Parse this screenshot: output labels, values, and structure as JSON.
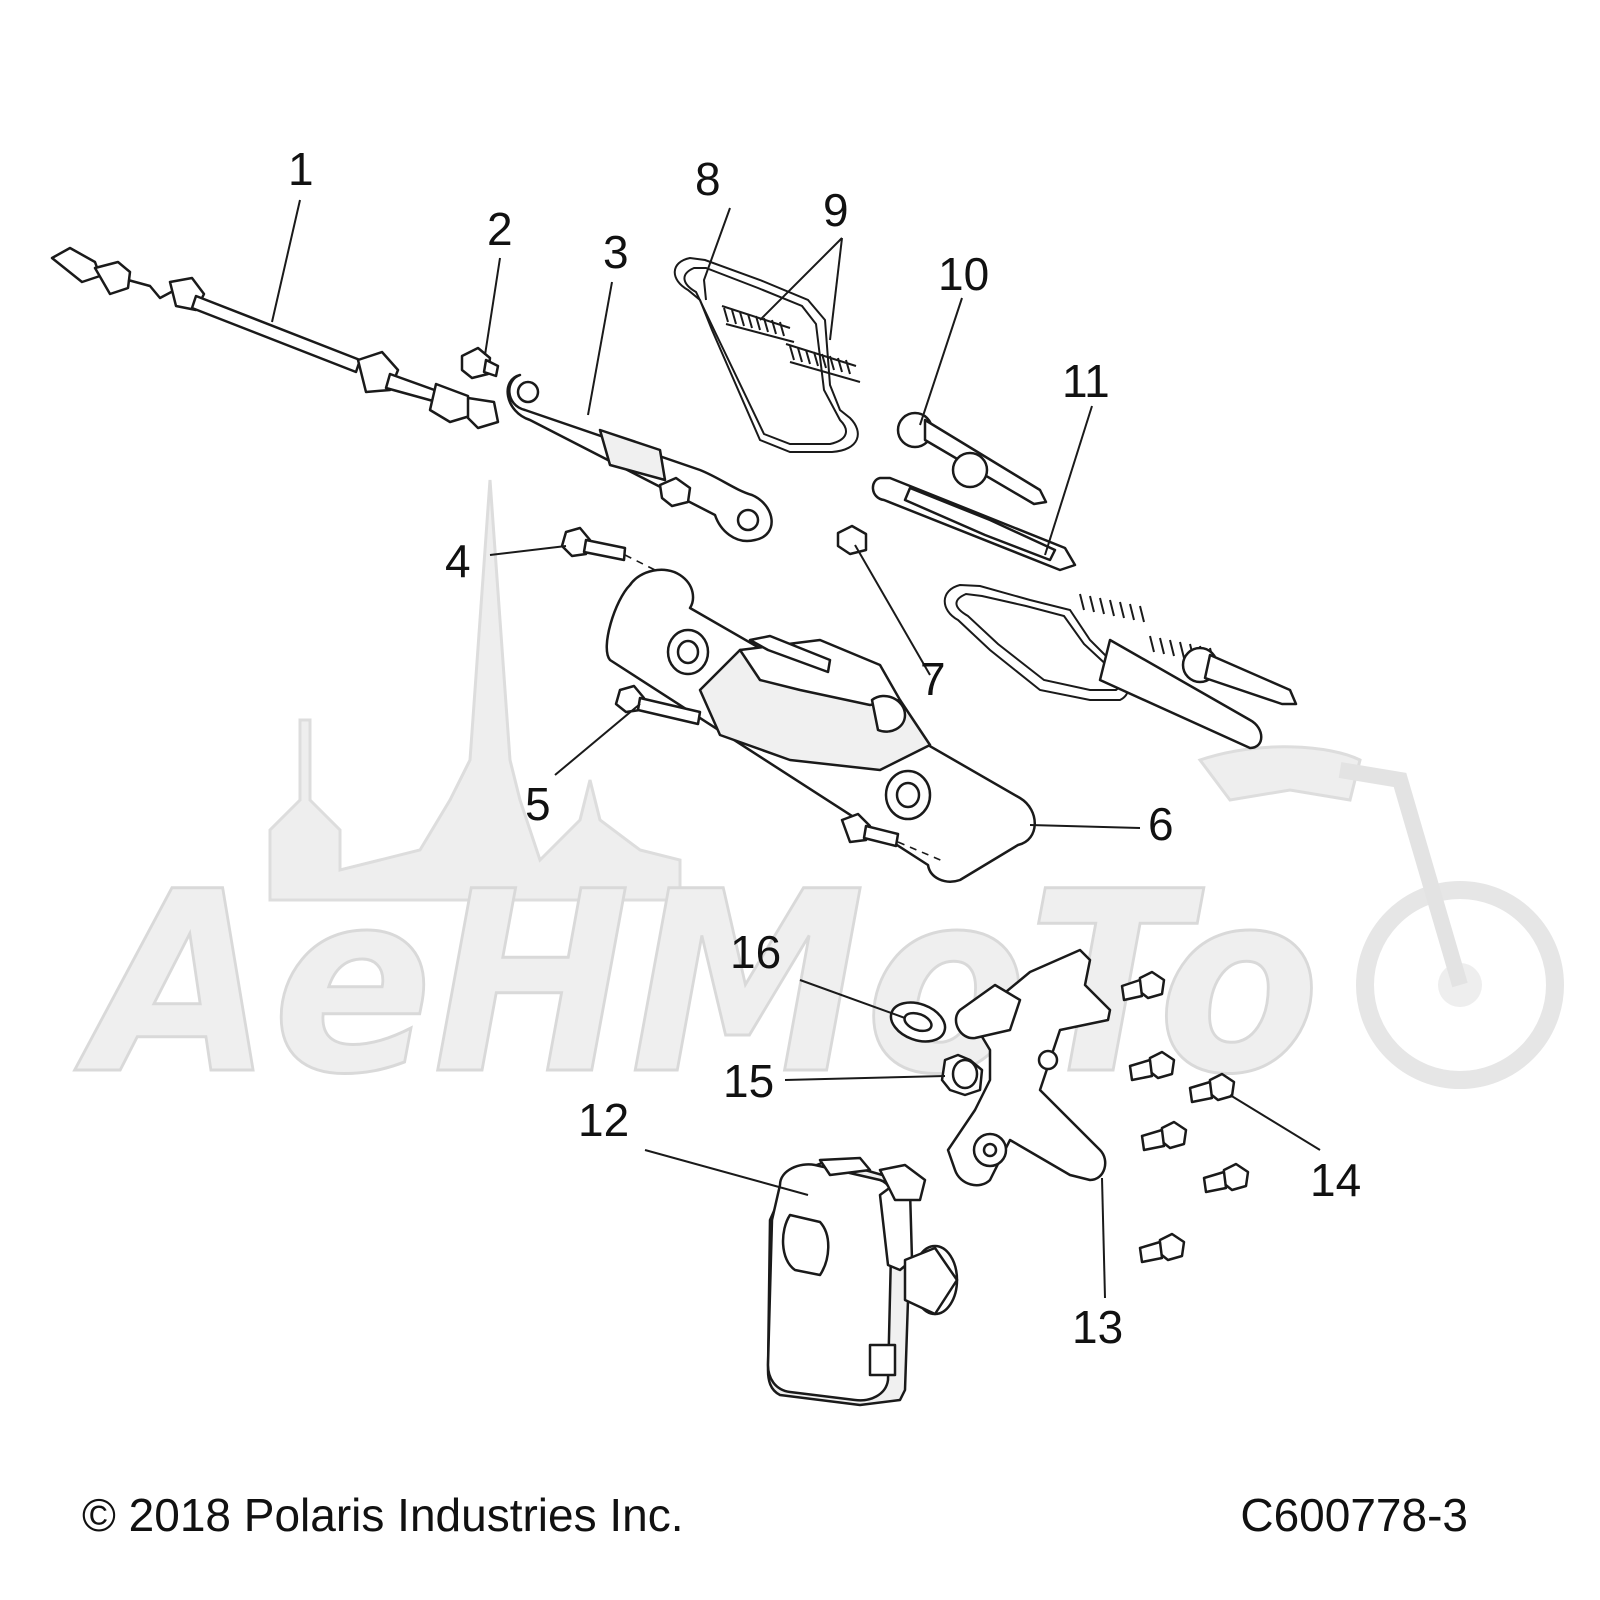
{
  "callouts": [
    "1",
    "2",
    "3",
    "4",
    "5",
    "6",
    "7",
    "8",
    "9",
    "10",
    "11",
    "12",
    "13",
    "14",
    "15",
    "16"
  ],
  "watermark_text": "AeHMoTo",
  "copyright": "© 2018 Polaris Industries Inc.",
  "figure_code": "C600778-3"
}
